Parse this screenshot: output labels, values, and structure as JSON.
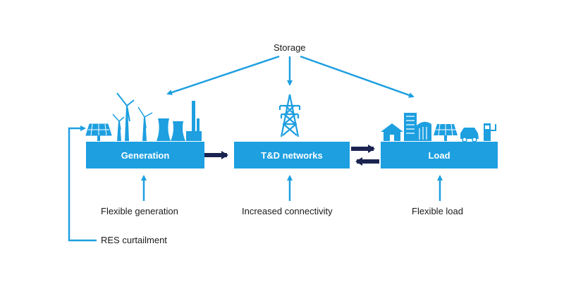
{
  "diagram": {
    "storage_label": "Storage",
    "boxes": {
      "generation": "Generation",
      "td_networks": "T&D networks",
      "load": "Load"
    },
    "inputs": {
      "flexible_generation": "Flexible generation",
      "increased_connectivity": "Increased connectivity",
      "flexible_load": "Flexible load",
      "res_curtailment": "RES curtailment"
    },
    "colors": {
      "accent": "#1d9fe0",
      "flow_arrow": "#1b2350",
      "text": "#1a1a1a"
    },
    "icons": {
      "generation": [
        "solar-panel-icon",
        "wind-turbine-icon",
        "cooling-tower-icon",
        "factory-icon"
      ],
      "td_networks": [
        "transmission-tower-icon"
      ],
      "load": [
        "house-icon",
        "building-icon",
        "solar-panel-icon",
        "car-icon",
        "ev-charger-icon"
      ]
    }
  }
}
